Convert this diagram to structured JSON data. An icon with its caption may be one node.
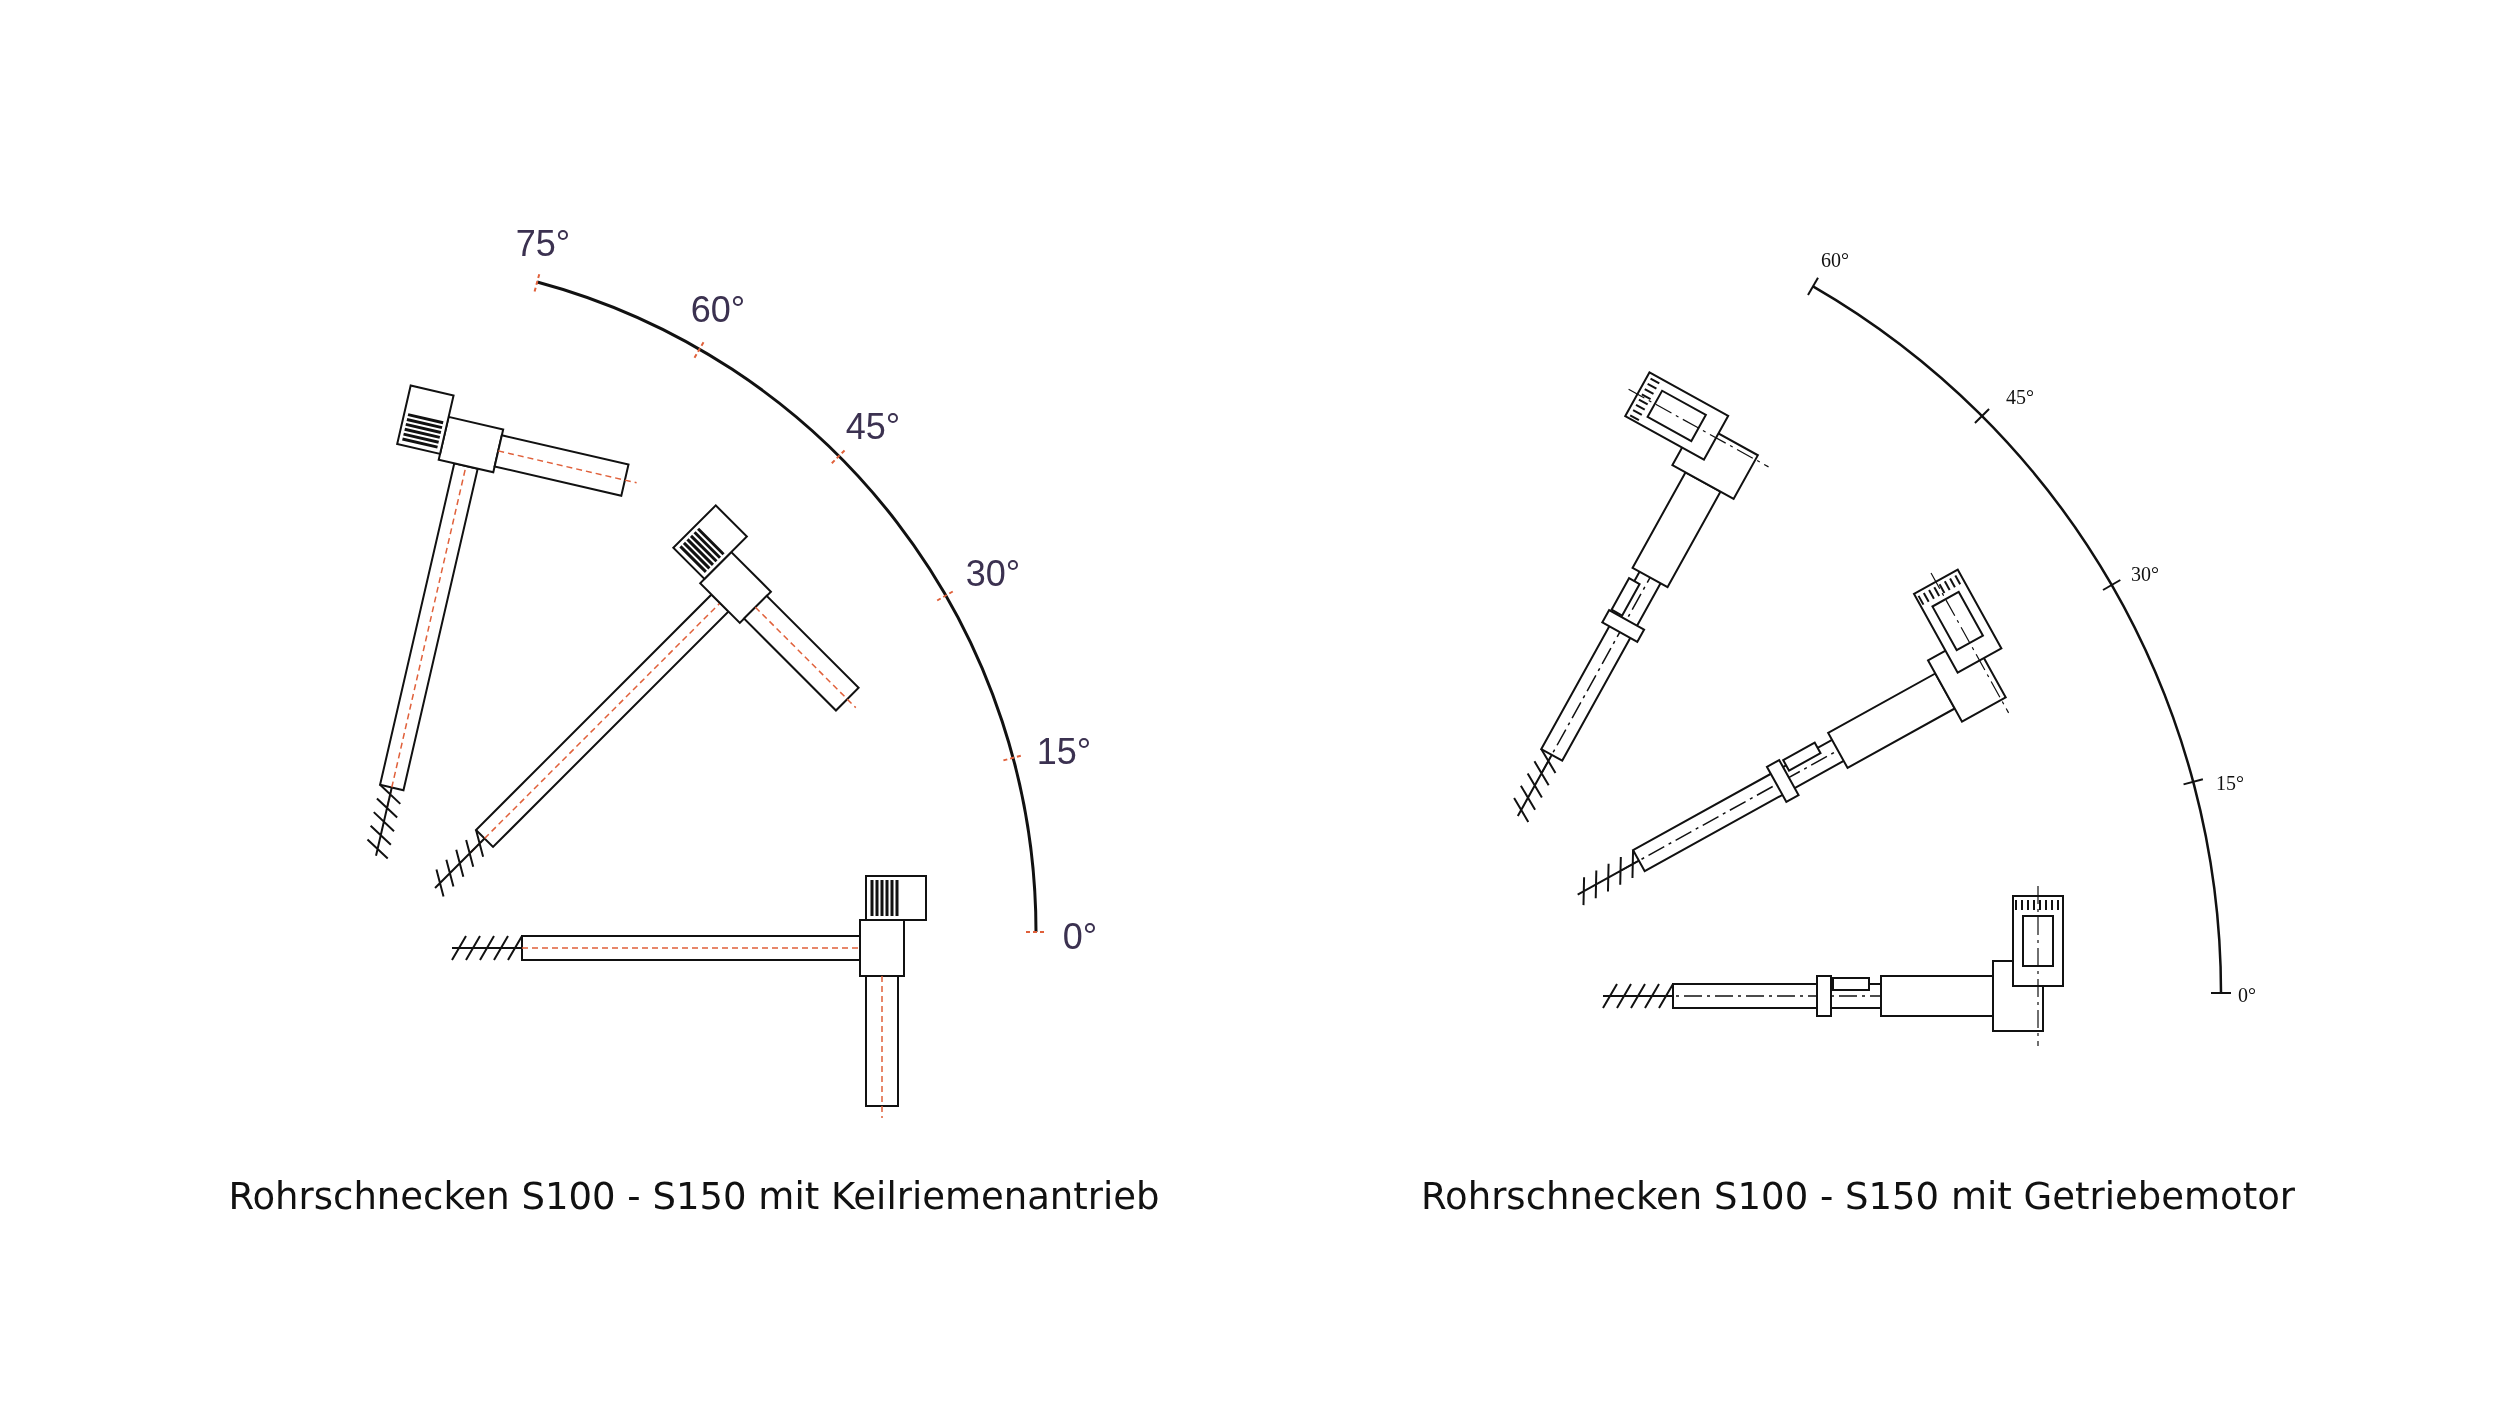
{
  "diagram": {
    "labels": [
      "75°",
      "60°",
      "45°",
      "30°",
      "15°",
      "0°",
      "Rohrschnecken S100 - S150 mit Keilriemenantrieb",
      "60°",
      "45°",
      "30°",
      "15°",
      "0°",
      "Rohrschnecken S100 - S150 mit Getriebemotor"
    ]
  }
}
